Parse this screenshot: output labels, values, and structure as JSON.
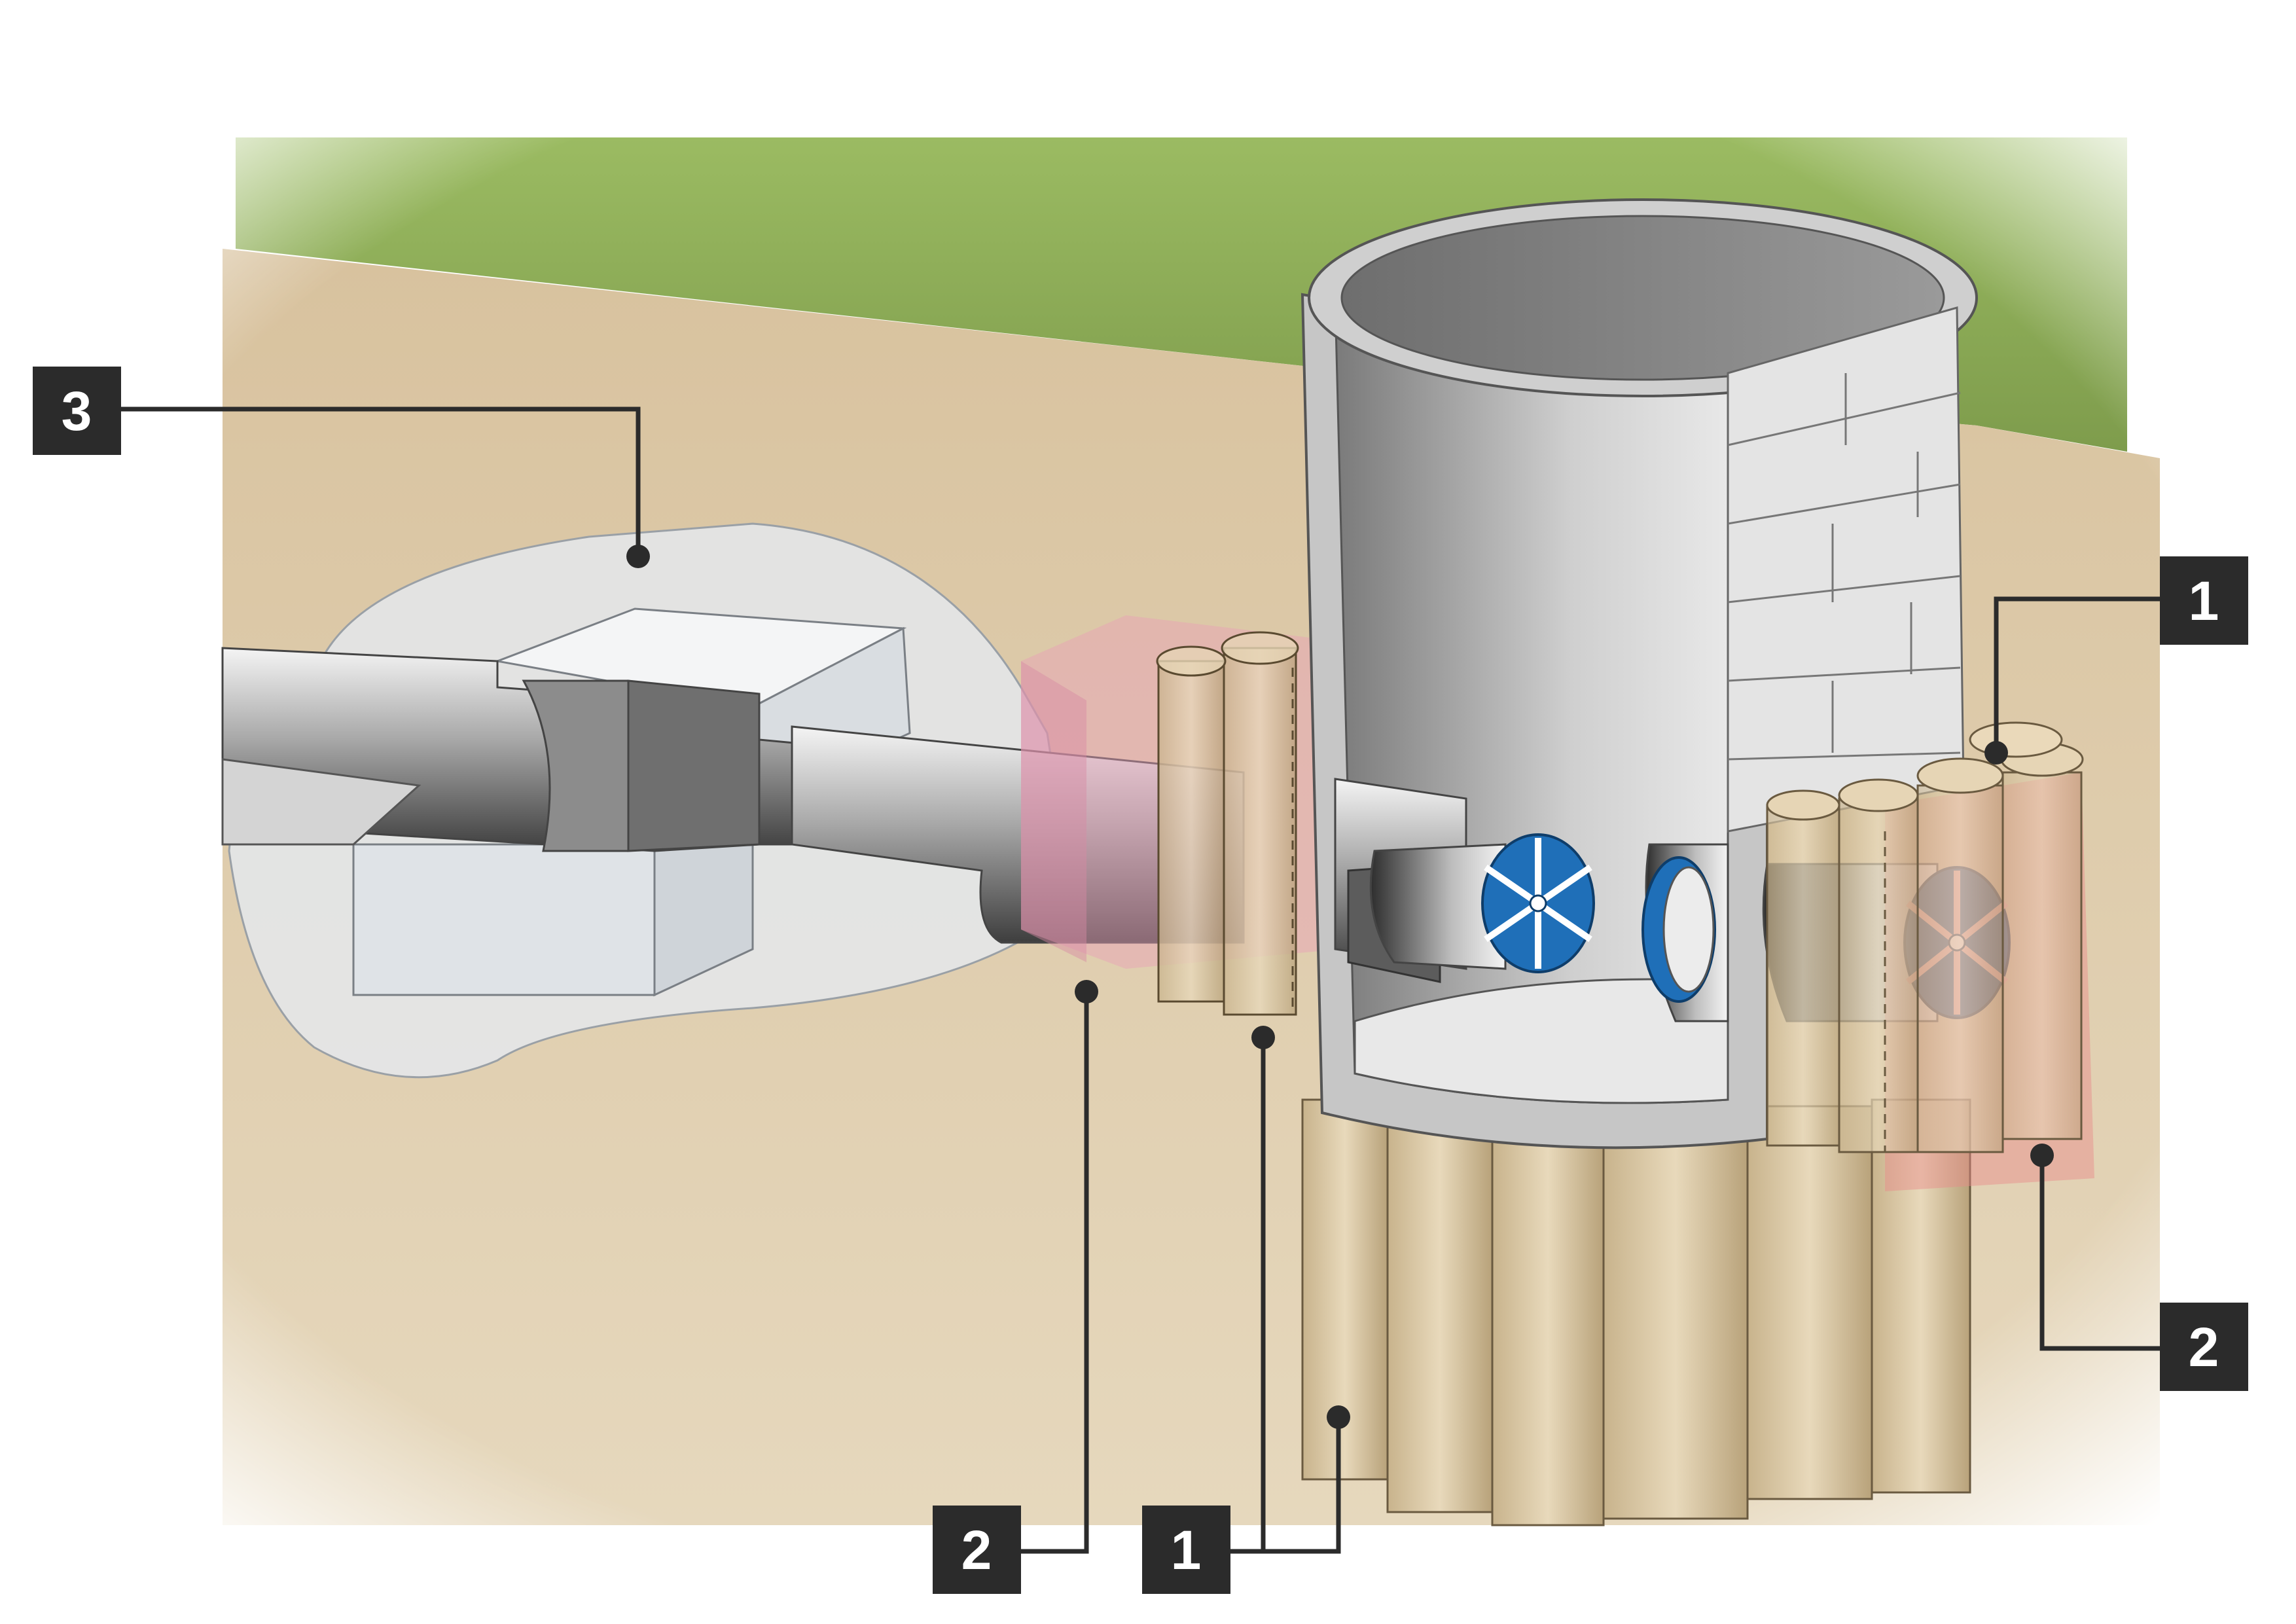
{
  "callouts": {
    "c3": "3",
    "c1_right": "1",
    "c2_right": "2",
    "c2_bottom": "2",
    "c1_bottom": "1"
  },
  "colors": {
    "grass": "#8fae5a",
    "soil": "#dcc8a6",
    "concrete_fill": "#e4e8ec",
    "pile": "#d9c6a2",
    "shaft_dark": "#8a8a8a",
    "shaft_light": "#dcdcdc",
    "pink_zone": "#e9a0b8",
    "red_zone": "#e88a8a",
    "cutter_blue": "#1f6fb8",
    "callout_box": "#2b2b2b",
    "leader_line": "#2b2b2b"
  }
}
